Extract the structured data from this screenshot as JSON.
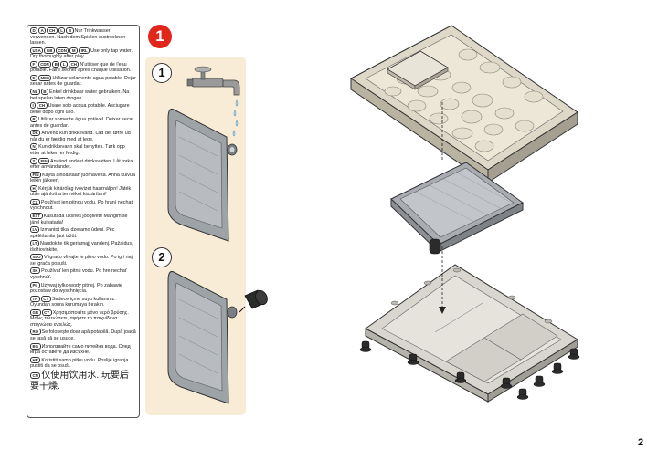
{
  "step_main": "1",
  "sub_steps": [
    "1",
    "2"
  ],
  "page_number": "2",
  "languages": [
    {
      "codes": [
        "D",
        "A",
        "CH",
        "L",
        "B"
      ],
      "text": "Nur Trinkwasser verwenden. Nach dem Spielen austrocknen lassen."
    },
    {
      "codes": [
        "USA",
        "GB",
        "CDN",
        "M",
        "IRL"
      ],
      "text": "Use only tap water. Dry thoroughly after play."
    },
    {
      "codes": [
        "F",
        "CDN",
        "B",
        "L",
        "CH"
      ],
      "text": "N'utiliser que de l'eau potable. Faire sécher après chaque utilisation."
    },
    {
      "codes": [
        "E",
        "MEX"
      ],
      "text": "Utilizar solamente agua potable. Dejar secar antes de guardar."
    },
    {
      "codes": [
        "NL",
        "B"
      ],
      "text": "Enkel drinkbaar water gebruiken. Na het spelen laten drogen."
    },
    {
      "codes": [
        "I",
        "CH"
      ],
      "text": "Usare solo acqua potabile. Asciugare bene dopo ogni uso."
    },
    {
      "codes": [
        "P"
      ],
      "text": "Utilizar somente água potável. Deixar secar antes de guardar."
    },
    {
      "codes": [
        "DK"
      ],
      "text": "Anvend kun drikkevand. Lad det tørre ud når du er færdig med at lege."
    },
    {
      "codes": [
        "N"
      ],
      "text": "Kun drikkevann skal benyttes. Tørk opp etter at leken er ferdig."
    },
    {
      "codes": [
        "S",
        "FIN"
      ],
      "text": "Använd endast dricksvatten. Låt torka efter användandet."
    },
    {
      "codes": [
        "FIN"
      ],
      "text": "Käytä ainoastaan juomavettä. Anna kuivua leikin jälkeen."
    },
    {
      "codes": [
        "H"
      ],
      "text": "Kérjük kizárólag ivóvizet használjon! Játék után ajánlott a terméket kiszárítani!"
    },
    {
      "codes": [
        "CZ"
      ],
      "text": "Používat jen pitnou vodu. Po hraní nechat vyschnout."
    },
    {
      "codes": [
        "EST"
      ],
      "text": "Kasutada üksnes joogivett! Mängimise järel kuivatada!"
    },
    {
      "codes": [
        "LV"
      ],
      "text": "Izmantot tikai dzeramo ūdeni. Pēc spēlēšanās ļaut izžūt."
    },
    {
      "codes": [
        "LT"
      ],
      "text": "Naudokite tik geriamąjį vandenį. Pažaidus, išdžiovinkite."
    },
    {
      "codes": [
        "SLO"
      ],
      "text": "V igračo vlivajte le pitno vodo. Po igri naj se igrača posuši."
    },
    {
      "codes": [
        "SK"
      ],
      "text": "Používať len pitnú vodu. Po hre nechať vyschnúť."
    },
    {
      "codes": [
        "PL"
      ],
      "text": "Używaj tylko wody pitnej. Po zabawie pozostaw do wyschnięcia."
    },
    {
      "codes": [
        "TR",
        "CY"
      ],
      "text": "Sadece içme suyu kullanınız. Oyundan sonra kurumaya bırakın."
    },
    {
      "codes": [
        "GR",
        "CY"
      ],
      "text": "Χρησιμοποιείτε μόνο νερό βρύσης. Μόλις τελειώσετε, αφήστε το παιχνίδι να στεγνώσει εντελώς."
    },
    {
      "codes": [
        "RO"
      ],
      "text": "Se folosește doar apă potabilă. După joacă se lasă să se usuce."
    },
    {
      "codes": [
        "BG"
      ],
      "text": "Използвайте само питейна вода. След игра оставете да изсъхне."
    },
    {
      "codes": [
        "HR"
      ],
      "text": "Koristiti samo pitku vodu. Poslije igranja pustiti da se osuši."
    },
    {
      "codes": [
        "CN"
      ],
      "text": "仅使用饮用水. 玩要后要干燥.",
      "large": true
    }
  ]
}
